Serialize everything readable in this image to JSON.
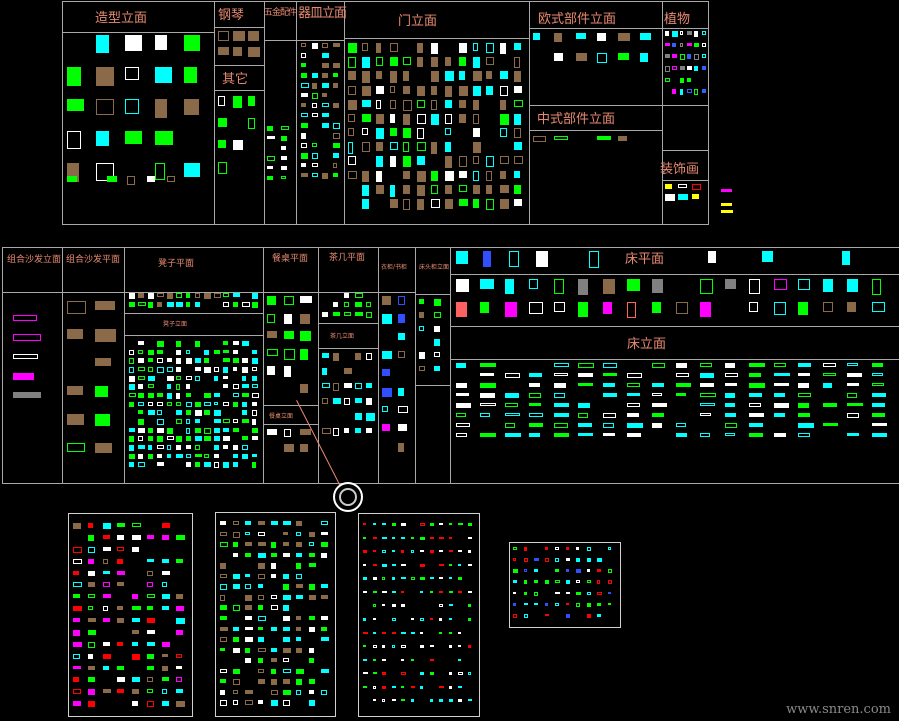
{
  "drawing": {
    "sections_top": {
      "modeling_elevation": "造型立面",
      "piano": "钢琴",
      "hardware": "五金配件",
      "vessel_elevation": "器皿立面",
      "door_elevation": "门立面",
      "european_parts": "欧式部件立面",
      "plants": "植物",
      "other": "其它",
      "chinese_parts": "中式部件立面",
      "decorative_painting": "装饰画"
    },
    "sections_middle": {
      "sofa_set_elevation": "组合沙发立面",
      "sofa_set_plan": "组合沙发平面",
      "stool_plan": "凳子平面",
      "stool_elevation": "凳子立面",
      "dining_table_plan": "餐桌平面",
      "dining_table_elevation": "餐桌立面",
      "tea_table_plan": "茶几平面",
      "tea_table_elevation": "茶几立面",
      "wardrobe": "衣柜/书柜",
      "nightstand_elevation": "床头柜立面",
      "bed_plan": "床平面",
      "bed_elevation": "床立面"
    },
    "colors": {
      "label": "#e88a70",
      "frame": "#a8a8a8",
      "brown": "#8b6a4a",
      "green": "#00ff00",
      "cyan": "#00ffff",
      "white": "#ffffff",
      "magenta": "#ff00ff"
    }
  },
  "watermark": "www.snren.com"
}
